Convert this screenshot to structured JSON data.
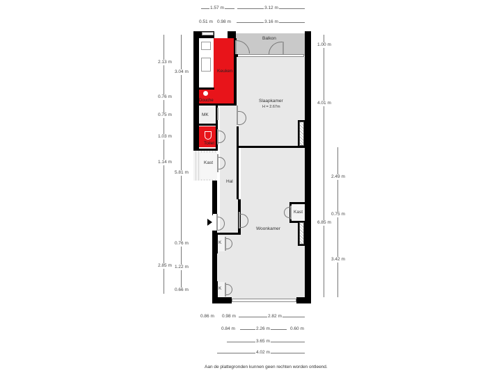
{
  "plan": {
    "rooms": {
      "balkon": "Balkon",
      "keuken": "Keuken",
      "douche": "Douche",
      "slaapkamer": "Slaapkamer",
      "slaapkamer_height": "H = 2.67m",
      "mk": "MK",
      "toilet": "Toilet",
      "kast_left": "Kast",
      "hal": "Hal",
      "woonkamer": "Woonkamer",
      "kast_right": "Kast",
      "k_upper": "K",
      "k_lower": "K"
    },
    "colors": {
      "wet_rooms": "#e8141a",
      "walls": "#000000",
      "floor": "#e8e8e8",
      "balcony": "#c9c9c9"
    }
  },
  "dimensions": {
    "top_row1": [
      "1.57 m",
      "3.12 m"
    ],
    "top_row2": [
      "0.51 m",
      "0.98 m",
      "3.16 m"
    ],
    "left_outer": [
      "2.13 m",
      "0.76 m",
      "0.75 m",
      "1.03 m",
      "1.14 m",
      "2.85 m"
    ],
    "left_inner": [
      "3.04 m",
      "5.81 m",
      "0.76 m",
      "1.22 m",
      "0.66 m"
    ],
    "right_outer": [
      "1.00 m",
      "4.01 m",
      "6.85 m"
    ],
    "right_inner": [
      "2.49 m",
      "0.75 m",
      "3.42 m"
    ],
    "bottom_row1": [
      "0.86 m",
      "0.98 m",
      "2.82 m"
    ],
    "bottom_row2": [
      "0.84 m",
      "2.26 m",
      "0.60 m"
    ],
    "bottom_row3": [
      "3.65 m"
    ],
    "bottom_row4": [
      "4.02 m"
    ]
  },
  "footer": {
    "disclaimer": "Aan de plattegronden kunnen geen rechten worden ontleend."
  }
}
